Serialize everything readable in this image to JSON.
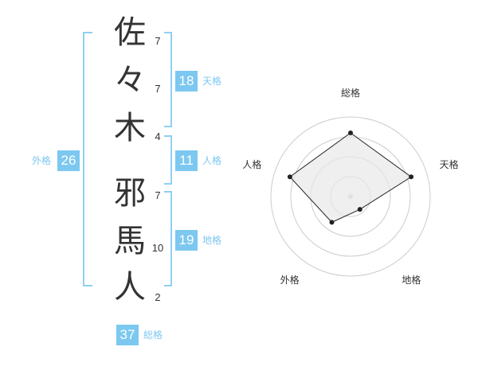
{
  "characters": [
    {
      "char": "佐",
      "strokes": "7"
    },
    {
      "char": "々",
      "strokes": "7"
    },
    {
      "char": "木",
      "strokes": "4"
    },
    {
      "char": "邪",
      "strokes": "7"
    },
    {
      "char": "馬",
      "strokes": "10"
    },
    {
      "char": "人",
      "strokes": "2"
    }
  ],
  "kakusu": {
    "tenkaku": {
      "value": "18",
      "label": "天格"
    },
    "jinkaku": {
      "value": "11",
      "label": "人格"
    },
    "chikaku": {
      "value": "19",
      "label": "地格"
    },
    "gaikaku": {
      "value": "26",
      "label": "外格"
    },
    "soukaku": {
      "value": "37",
      "label": "総格"
    }
  },
  "chart_data": {
    "type": "radar",
    "axes": [
      "総格",
      "天格",
      "地格",
      "外格",
      "人格"
    ],
    "values": [
      4,
      4,
      1,
      2,
      4
    ],
    "max": 5,
    "rings": 4,
    "colors": {
      "fill": "#e8e8e8",
      "stroke": "#222222",
      "ring": "#cccccc"
    }
  }
}
